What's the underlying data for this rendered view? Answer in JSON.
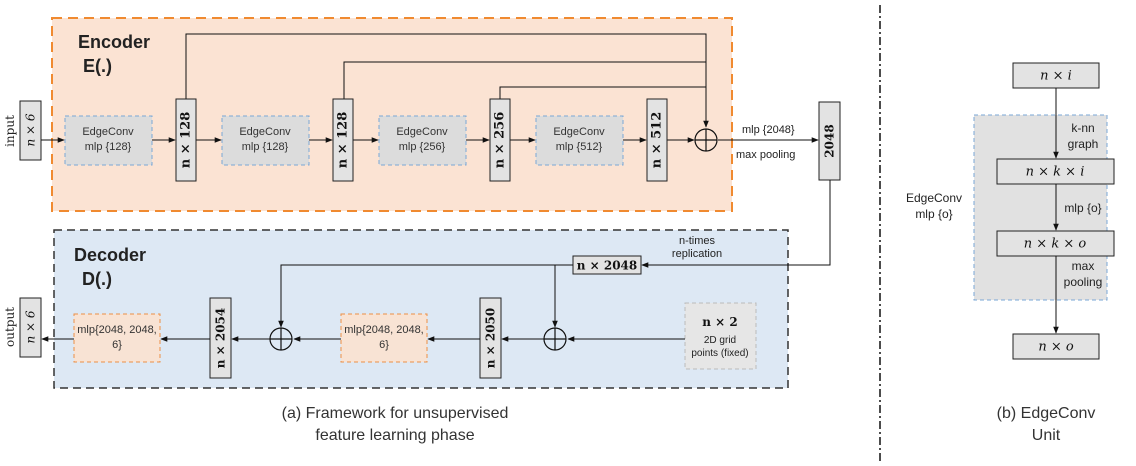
{
  "encoder": {
    "title": "Encoder",
    "fn": "E(.)",
    "blocks": [
      {
        "line1": "EdgeConv",
        "line2": "mlp {128}"
      },
      {
        "line1": "EdgeConv",
        "line2": "mlp {128}"
      },
      {
        "line1": "EdgeConv",
        "line2": "mlp {256}"
      },
      {
        "line1": "EdgeConv",
        "line2": "mlp {512}"
      }
    ],
    "features": [
      "n × 128",
      "n × 128",
      "n × 256",
      "n × 512"
    ],
    "mlp_label": "mlp {2048}",
    "pool_label": "max pooling",
    "codeword": "2048"
  },
  "decoder": {
    "title": "Decoder",
    "fn": "D(.)",
    "replicated": "n × 2048",
    "replication_line1": "n-times",
    "replication_line2": "replication",
    "concat1": "n × 2050",
    "concat2": "n × 2054",
    "mlp1_line1": "mlp{2048, 2048,",
    "mlp1_line2": "6}",
    "mlp2_line1": "mlp{2048, 2048,",
    "mlp2_line2": "6}",
    "grid_line1": "n × 2",
    "grid_line2": "2D grid",
    "grid_line3": "points (fixed)"
  },
  "io": {
    "input_label": "input",
    "input_shape": "n × 6",
    "output_label": "output",
    "output_shape": "n × 6"
  },
  "captions": {
    "a_line1": "(a) Framework for unsupervised",
    "a_line2": "feature learning phase",
    "b_line1": "(b) EdgeConv",
    "b_line2": "Unit"
  },
  "unit": {
    "side_line1": "EdgeConv",
    "side_line2": "mlp {o}",
    "top": "n × i",
    "knn_line1": "k-nn",
    "knn_line2": "graph",
    "mid": "n × k × i",
    "mlp": "mlp {o}",
    "after": "n × k × o",
    "pool_line1": "max",
    "pool_line2": "pooling",
    "bottom": "n × o"
  },
  "colors": {
    "encoder_fill": "#fbe3d3",
    "encoder_border": "#f08a30",
    "decoder_fill": "#dde8f4",
    "decoder_border": "#333333",
    "edgeconv_fill": "#dcdcdc",
    "edgeconv_border": "#7aa7d6",
    "decoder_mlp_fill": "#f8e3d4",
    "decoder_mlp_border": "#ec8f46",
    "box_fill": "#e3e3e3",
    "unit_fill": "#e1e1e1"
  }
}
